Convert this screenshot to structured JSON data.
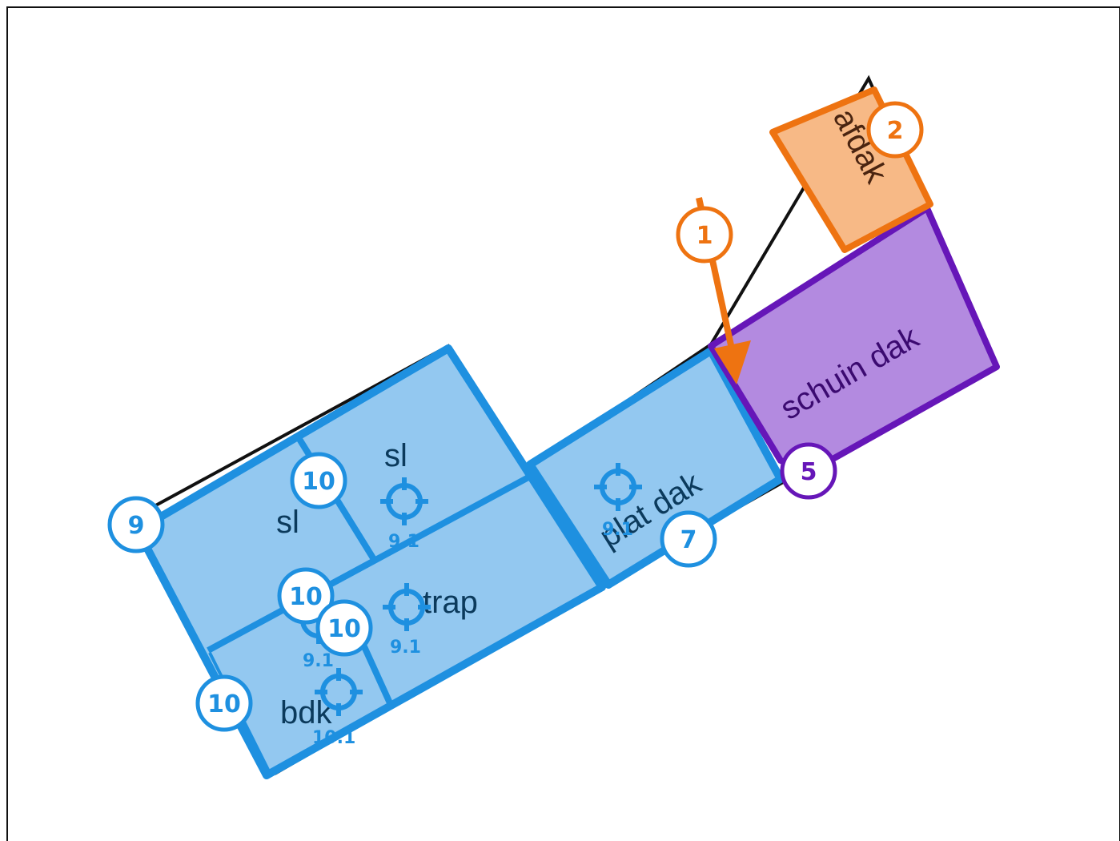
{
  "colors": {
    "blue": "#1e90e0",
    "blue_fill": "#93c8f0",
    "orange": "#ee7311",
    "orange_fill": "#f7b986",
    "purple": "#6616b8",
    "purple_fill": "#b38ae0",
    "outline": "#111111"
  },
  "rooms": {
    "sl_left": "sl",
    "sl_right": "sl",
    "trap": "trap",
    "bdk": "bdk",
    "plat_dak": "plat dak",
    "schuin_dak": "schuin dak",
    "afdak": "afdak"
  },
  "badges": {
    "b1": "1",
    "b2": "2",
    "b5": "5",
    "b7": "7",
    "b9": "9",
    "b10_top": "10",
    "b10_mid_a": "10",
    "b10_mid_b": "10",
    "b10_bottom": "10"
  },
  "levels": {
    "l_sl_right": "9.1",
    "l_trap": "9.1",
    "l_mid": "9.1",
    "l_bdk": "10.1",
    "l_plat_dak": "9.1"
  },
  "icons": {
    "target": "crosshair-target-icon",
    "arrow": "arrow-down-icon"
  }
}
